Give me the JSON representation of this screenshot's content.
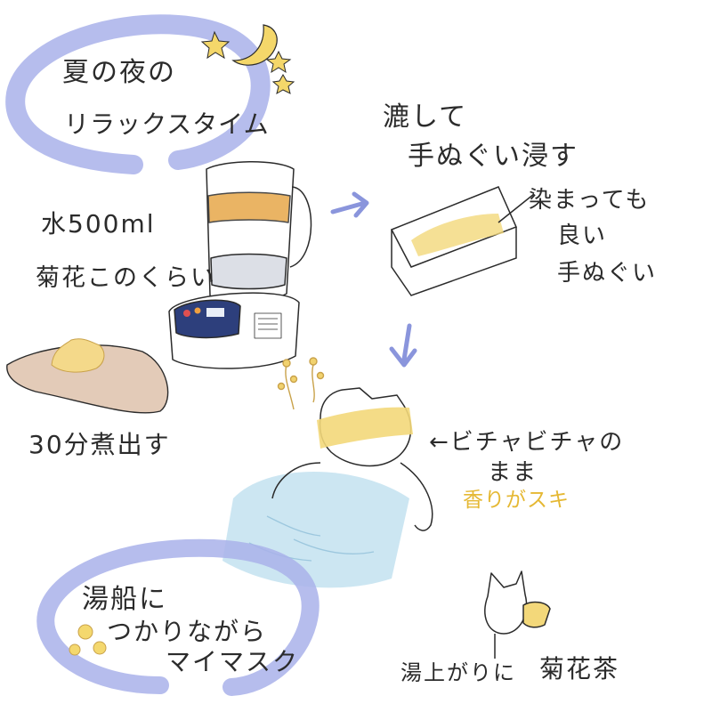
{
  "notes": {
    "title_line1": "夏の夜の",
    "title_line2": "リラックスタイム",
    "strain_line1": "漉して",
    "strain_line2": "手ぬぐい浸す",
    "water_amount": "水500ml",
    "flower_amount": "菊花このくらい",
    "boil_time": "30分煮出す",
    "towel_line1": "染まっても",
    "towel_line2": "良い",
    "towel_line3": "手ぬぐい",
    "wet_line1": "←ビチャビチャの",
    "wet_line2": "まま",
    "smell_note": "香りがスキ",
    "bath_line1": "湯船に",
    "bath_line2": "つかりながら",
    "bath_line3": "マイマスク",
    "after_bath": "湯上がりに",
    "chrysanthemum_tea": "菊花茶"
  },
  "icons": [
    "moon-icon",
    "star-icon",
    "arrow-right-icon",
    "arrow-down-icon",
    "flower-icon",
    "kettle",
    "tray",
    "cat"
  ],
  "colors": {
    "ink": "#2b2b2b",
    "bubble_blue": "#a9b2ea",
    "highlight_yellow": "#f3d87a",
    "tea_orange": "#e7a84a",
    "bath_blue": "#c7e3f1",
    "hand_skin": "#e3cbb8",
    "panel_navy": "#2d3f7c"
  }
}
